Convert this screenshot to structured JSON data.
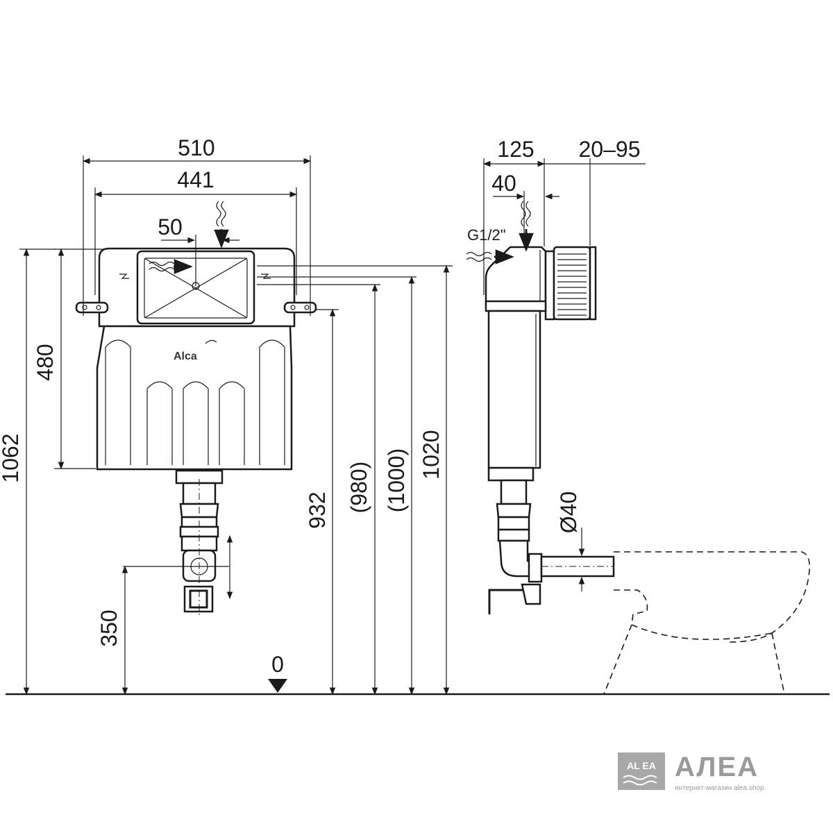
{
  "brand_on_tank": "Alca",
  "front_view": {
    "width_outer": "510",
    "width_inner": "441",
    "inlet_offset": "50",
    "tank_height": "480",
    "total_height": "1062",
    "height_932": "932",
    "height_980": "(980)",
    "height_1000": "(1000)",
    "height_1020": "1020",
    "outlet_height": "350",
    "floor_zero": "0"
  },
  "side_view": {
    "depth": "125",
    "wall_range": "20–95",
    "inlet_depth": "40",
    "water_inlet": "G1/2\"",
    "outlet_diameter": "Ø40"
  },
  "watermark": {
    "logo_text": "AL EA",
    "name": "АЛЕА",
    "subtitle": "интернет-магазин alea.shop"
  }
}
